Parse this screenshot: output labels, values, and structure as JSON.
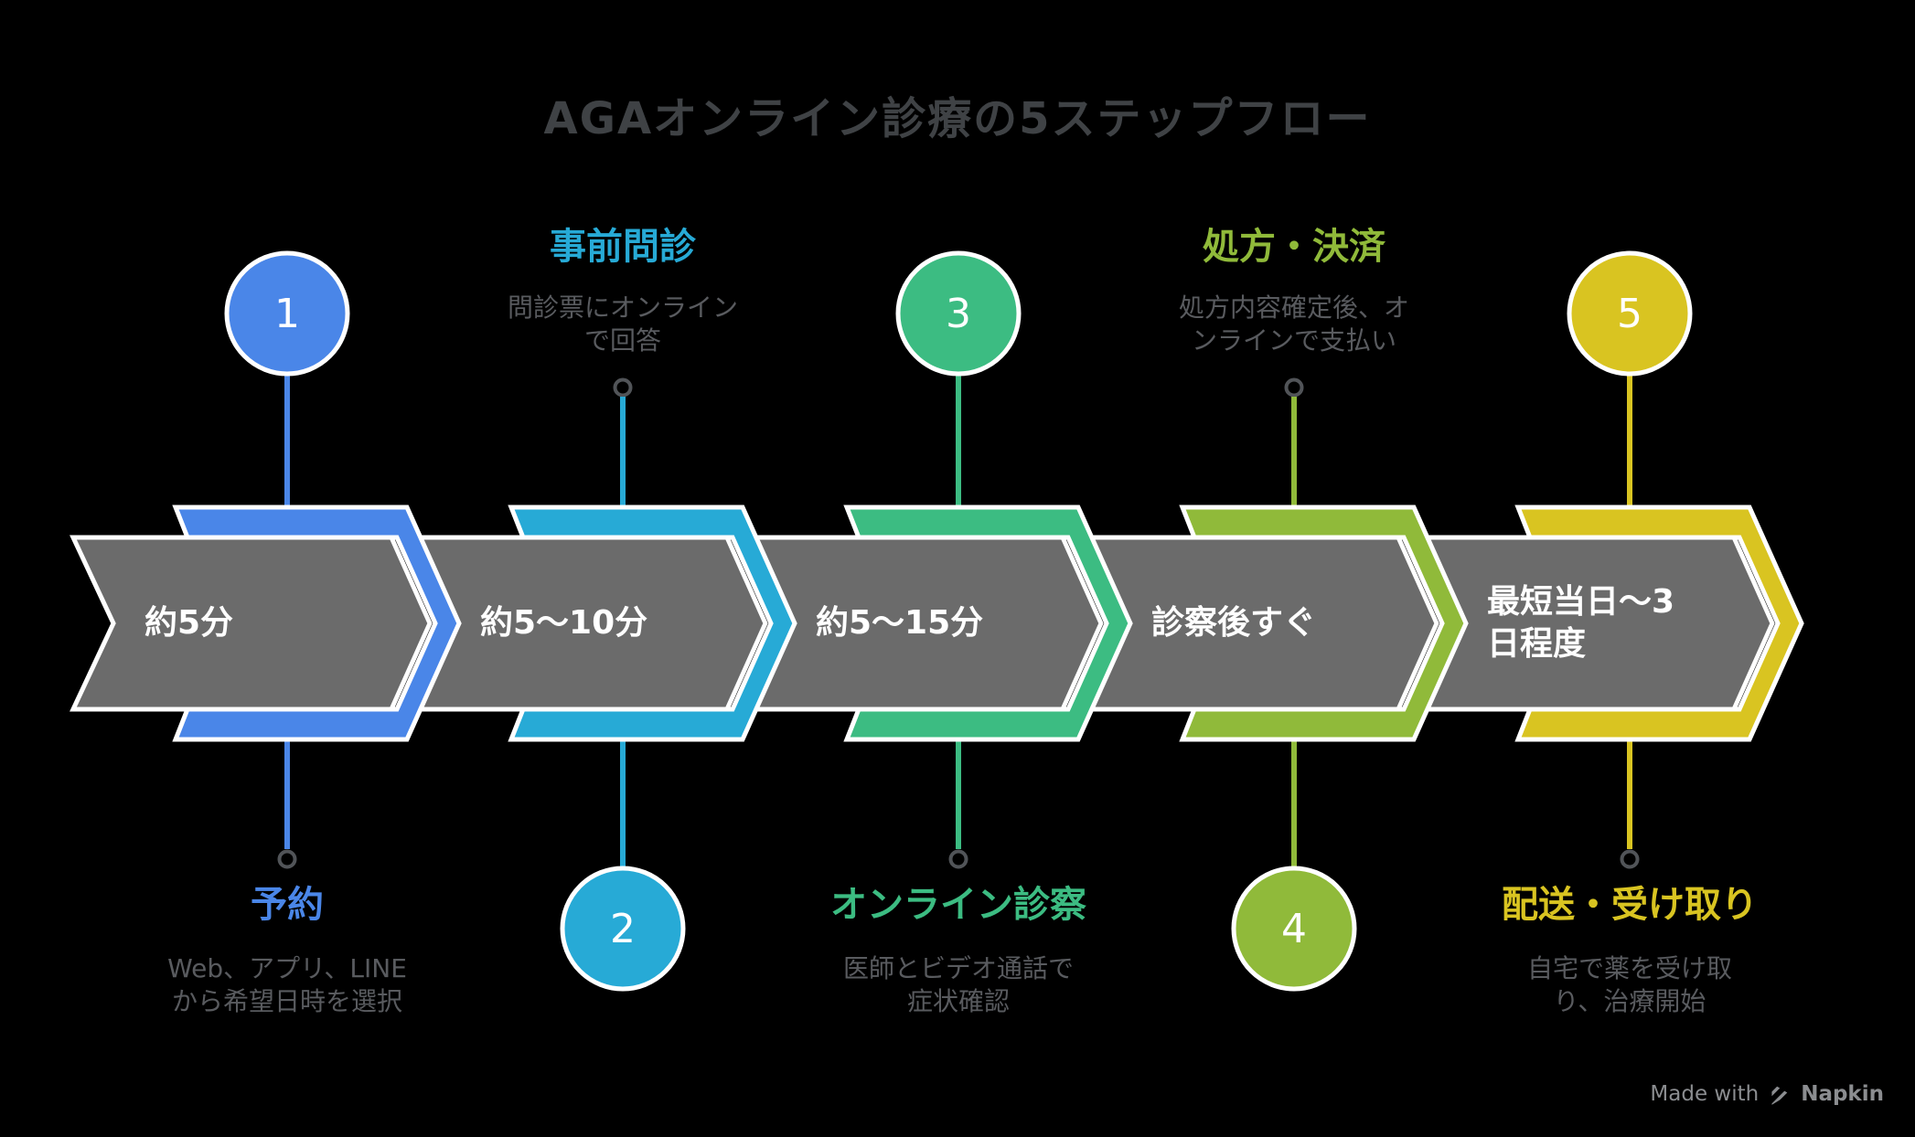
{
  "title": "AGAオンライン診療の5ステップフロー",
  "steps": [
    {
      "number": "1",
      "name": "予約",
      "desc": "Web、アプリ、LINE\nから希望日時を選択",
      "duration": "約5分",
      "color": "#4a86e8"
    },
    {
      "number": "2",
      "name": "事前問診",
      "desc": "問診票にオンライン\nで回答",
      "duration": "約5〜10分",
      "color": "#27aad6"
    },
    {
      "number": "3",
      "name": "オンライン診察",
      "desc": "医師とビデオ通話で\n症状確認",
      "duration": "約5〜15分",
      "color": "#3cbc82"
    },
    {
      "number": "4",
      "name": "処方・決済",
      "desc": "処方内容確定後、オ\nンラインで支払い",
      "duration": "診察後すぐ",
      "color": "#90ba3a"
    },
    {
      "number": "5",
      "name": "配送・受け取り",
      "desc": "自宅で薬を受け取\nり、治療開始",
      "duration": "最短当日〜3\n日程度",
      "color": "#d9c421"
    }
  ],
  "footer": {
    "made_with": "Made with",
    "brand": "Napkin"
  },
  "colors": {
    "background": "#000000",
    "arrow_gray": "#6b6b6b",
    "title_text": "#3f4245",
    "desc_text": "#595b5f",
    "arrow_text": "#ffffff",
    "number_text": "#ffffff",
    "outline": "#ffffff",
    "dot_stroke": "#515458",
    "footer_text": "#8b8d90"
  }
}
